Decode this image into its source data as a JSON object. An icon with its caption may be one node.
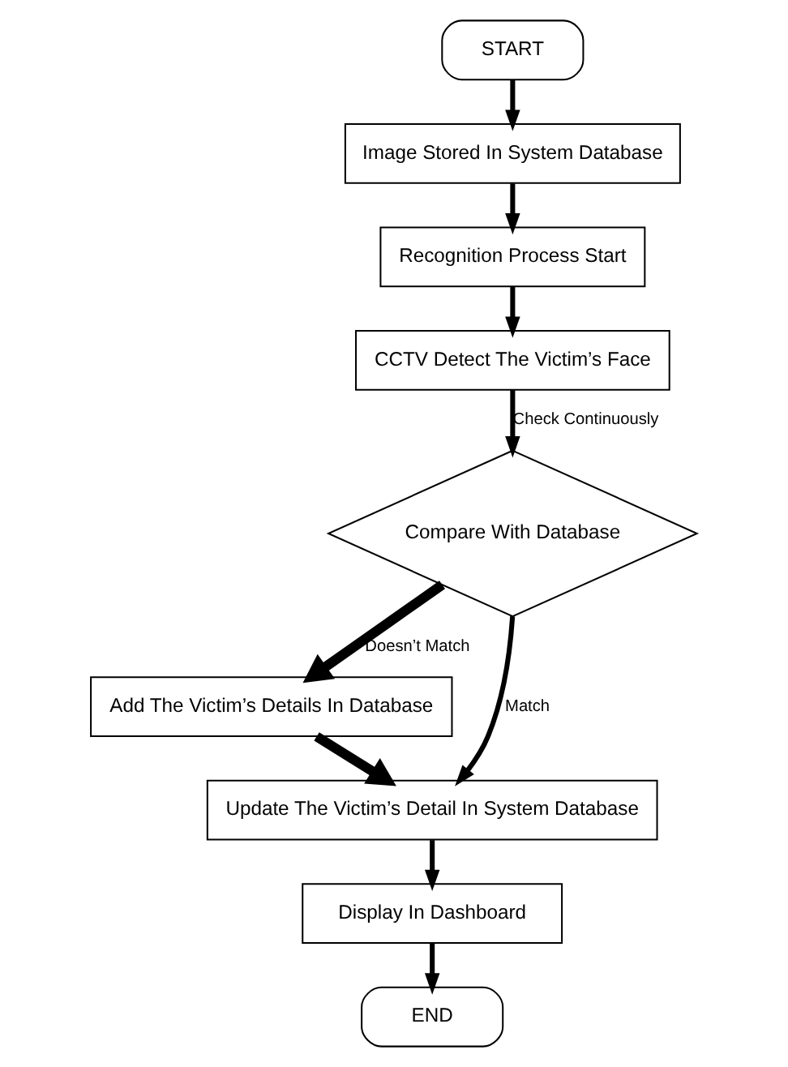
{
  "diagram": {
    "nodes": [
      {
        "text": [
          "START"
        ]
      },
      {
        "text": [
          "Image Stored In System Database"
        ]
      },
      {
        "text": [
          "Recognition Process Start"
        ]
      },
      {
        "text": [
          "CCTV Detect The Victim’s Face"
        ]
      },
      {
        "text": [
          "Compare With Database"
        ]
      },
      {
        "text": [
          "Add The Victim’s Details In Database"
        ]
      },
      {
        "text": [
          "Update The Victim’s Detail In System Database"
        ]
      },
      {
        "text": [
          "Display In Dashboard"
        ]
      },
      {
        "text": [
          "END"
        ]
      }
    ],
    "edges": [
      {
        "from": 0,
        "to": 1,
        "arrow": "to"
      },
      {
        "from": 1,
        "to": 2,
        "arrow": "to"
      },
      {
        "from": 2,
        "to": 3,
        "arrow": "to"
      },
      {
        "from": 3,
        "to": 4,
        "arrow": "to",
        "label": "Check Continuously"
      },
      {
        "from": 4,
        "to": 5,
        "arrow": "to",
        "label": "Doesn’t Match",
        "style": "thick"
      },
      {
        "from": 4,
        "to": 6,
        "arrow": "to",
        "label": "Match"
      },
      {
        "from": 5,
        "to": 6,
        "arrow": "to",
        "style": "thick"
      },
      {
        "from": 6,
        "to": 7,
        "arrow": "to"
      },
      {
        "from": 7,
        "to": 8,
        "arrow": "to"
      }
    ]
  }
}
